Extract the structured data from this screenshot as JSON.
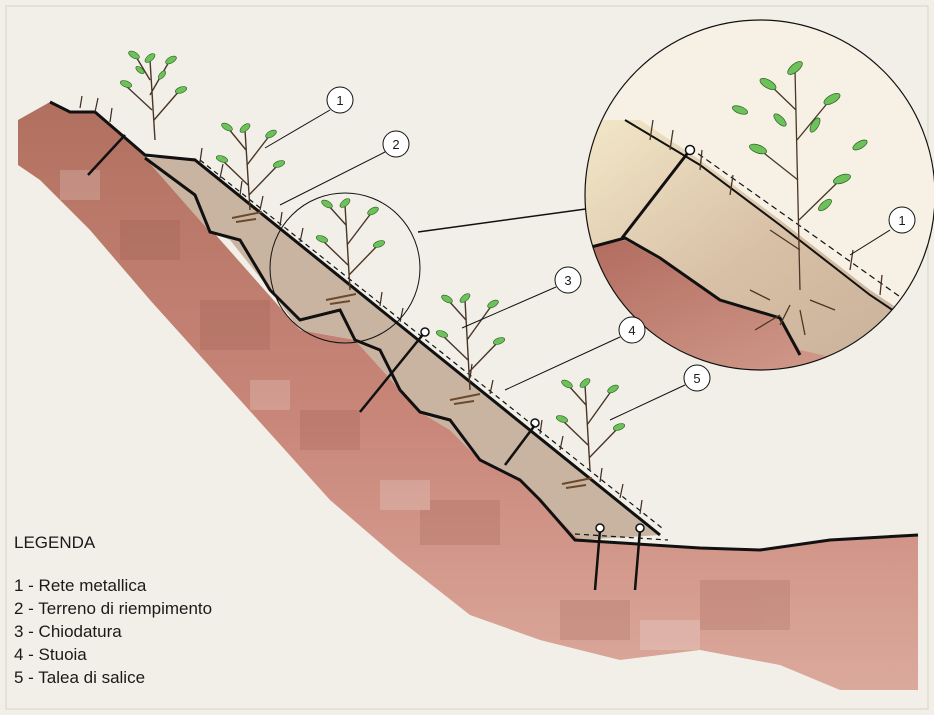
{
  "legend": {
    "title": "LEGENDA",
    "items": [
      "1 - Rete metallica",
      "2 - Terreno di riempimento",
      "3 - Chiodatura",
      "4 - Stuoia",
      "5 - Talea di salice"
    ]
  },
  "callouts": [
    "1",
    "2",
    "3",
    "4",
    "5"
  ],
  "detail_callout": "1",
  "colors": {
    "background": "#f1efe7",
    "soil": "#a8665a",
    "soil_light": "#e0b7a6",
    "fill_terrain": "#c7b3a1",
    "leaf": "#6cc15a",
    "outline": "#111111"
  }
}
